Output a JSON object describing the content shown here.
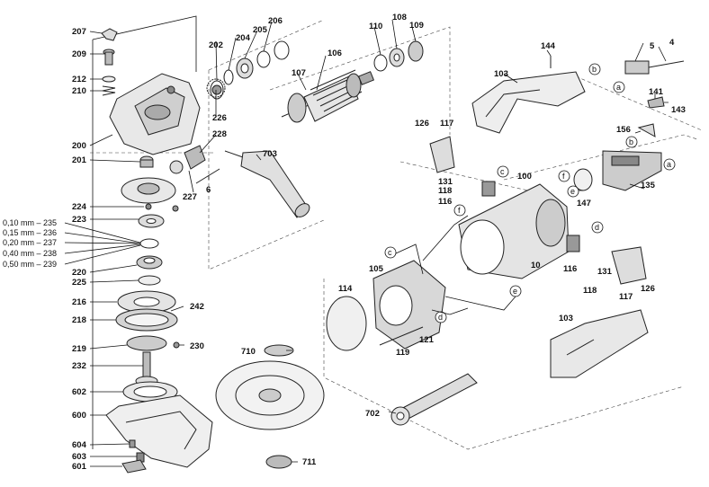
{
  "labels": {
    "p207": "207",
    "p209": "209",
    "p212": "212",
    "p210": "210",
    "p200": "200",
    "p201": "201",
    "p202": "202",
    "p204": "204",
    "p205": "205",
    "p206": "206",
    "p226": "226",
    "p228": "228",
    "p227": "227",
    "p6": "6",
    "p703": "703",
    "p107": "107",
    "p106": "106",
    "p110": "110",
    "p108": "108",
    "p109": "109",
    "p144": "144",
    "p5": "5",
    "p4": "4",
    "p103a": "103",
    "p141": "141",
    "p143": "143",
    "p156": "156",
    "p135": "135",
    "p126a": "126",
    "p117a": "117",
    "p100": "100",
    "p131a": "131",
    "p118a": "118",
    "p116a": "116",
    "p147": "147",
    "p224": "224",
    "p223": "223",
    "p235": "0,10 mm – 235",
    "p236": "0,15 mm – 236",
    "p237": "0,20 mm – 237",
    "p238": "0,40 mm – 238",
    "p239": "0,50 mm – 239",
    "p220": "220",
    "p225": "225",
    "p216": "216",
    "p242": "242",
    "p218": "218",
    "p219": "219",
    "p230": "230",
    "p232": "232",
    "p602": "602",
    "p600": "600",
    "p604": "604",
    "p603": "603",
    "p601": "601",
    "p105": "105",
    "p10": "10",
    "p116b": "116",
    "p131b": "131",
    "p118b": "118",
    "p117b": "117",
    "p126b": "126",
    "p114": "114",
    "p121": "121",
    "p119": "119",
    "p710": "710",
    "p103b": "103",
    "p702": "702",
    "p711": "711"
  },
  "connectors": {
    "a1": "a",
    "a2": "a",
    "b1": "b",
    "b2": "b",
    "c1": "c",
    "c2": "c",
    "d1": "d",
    "d2": "d",
    "e1": "e",
    "e2": "e",
    "f1": "f",
    "f2": "f"
  }
}
